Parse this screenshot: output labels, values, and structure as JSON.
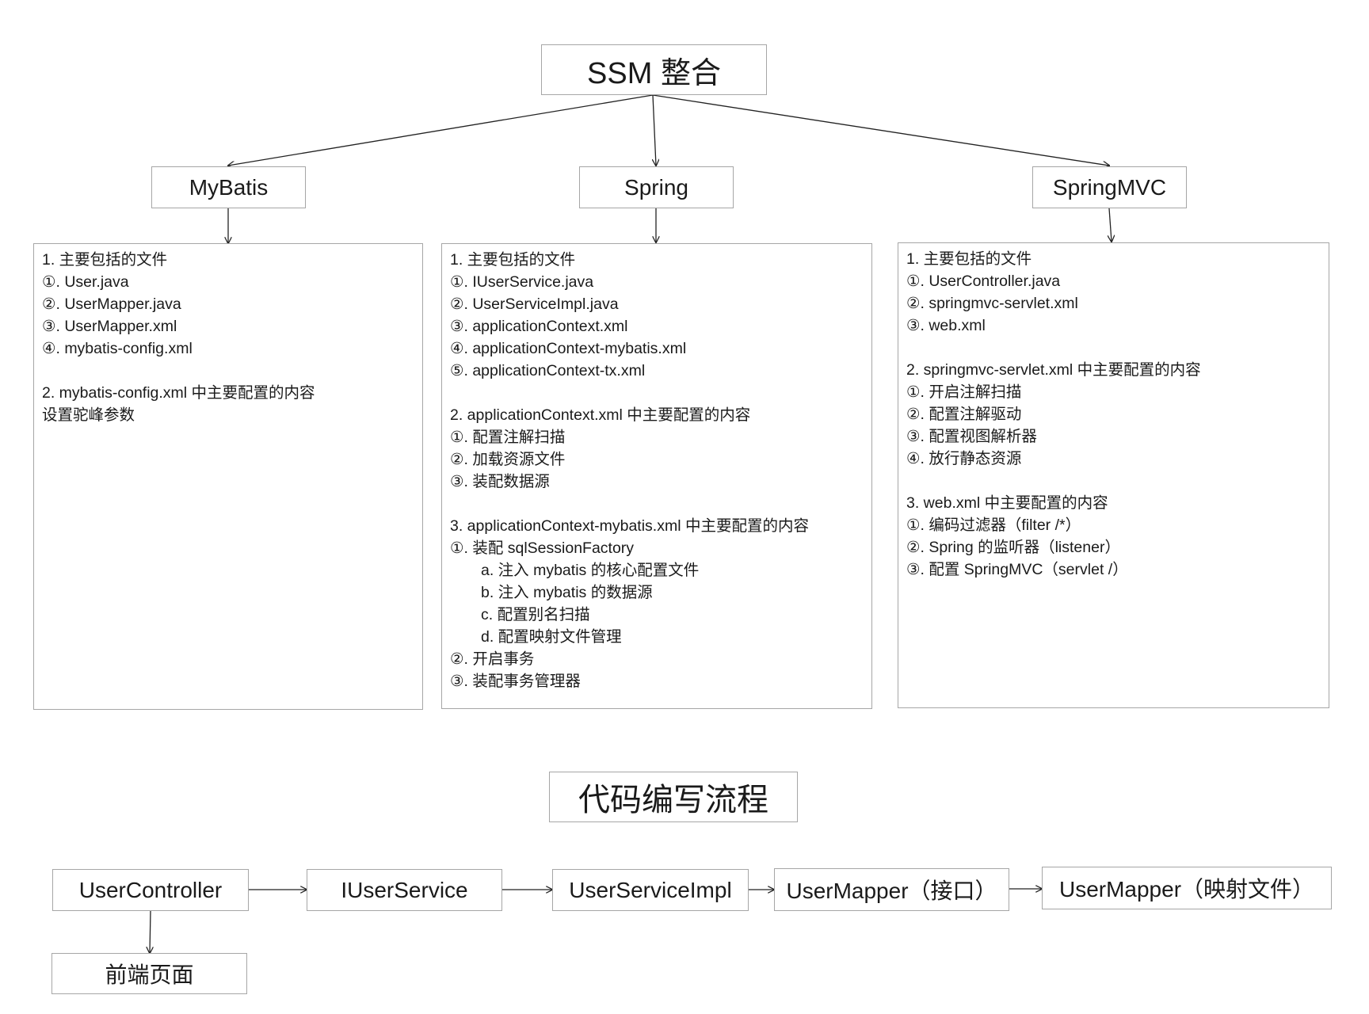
{
  "title": "SSM 整合",
  "categories": {
    "mybatis": "MyBatis",
    "spring": "Spring",
    "springmvc": "SpringMVC"
  },
  "panels": {
    "mybatis": [
      {
        "text": "1. 主要包括的文件"
      },
      {
        "text": "①. User.java"
      },
      {
        "text": "②. UserMapper.java"
      },
      {
        "text": "③. UserMapper.xml"
      },
      {
        "text": "④. mybatis-config.xml"
      },
      {
        "text": ""
      },
      {
        "text": "2. mybatis-config.xml 中主要配置的内容"
      },
      {
        "text": "设置驼峰参数"
      }
    ],
    "spring": [
      {
        "text": "1. 主要包括的文件"
      },
      {
        "text": "①. IUserService.java"
      },
      {
        "text": "②. UserServiceImpl.java"
      },
      {
        "text": "③. applicationContext.xml"
      },
      {
        "text": "④. applicationContext-mybatis.xml"
      },
      {
        "text": "⑤. applicationContext-tx.xml"
      },
      {
        "text": ""
      },
      {
        "text": "2. applicationContext.xml 中主要配置的内容"
      },
      {
        "text": "①. 配置注解扫描"
      },
      {
        "text": "②. 加载资源文件"
      },
      {
        "text": "③. 装配数据源"
      },
      {
        "text": ""
      },
      {
        "text": "3. applicationContext-mybatis.xml 中主要配置的内容"
      },
      {
        "text": "①. 装配 sqlSessionFactory"
      },
      {
        "text": "a. 注入 mybatis 的核心配置文件",
        "indent": true
      },
      {
        "text": "b. 注入 mybatis 的数据源",
        "indent": true
      },
      {
        "text": "c. 配置别名扫描",
        "indent": true
      },
      {
        "text": "d. 配置映射文件管理",
        "indent": true
      },
      {
        "text": "②. 开启事务"
      },
      {
        "text": "③. 装配事务管理器"
      }
    ],
    "springmvc": [
      {
        "text": "1. 主要包括的文件"
      },
      {
        "text": "①. UserController.java"
      },
      {
        "text": "②. springmvc-servlet.xml"
      },
      {
        "text": "③. web.xml"
      },
      {
        "text": ""
      },
      {
        "text": "2. springmvc-servlet.xml 中主要配置的内容"
      },
      {
        "text": "①. 开启注解扫描"
      },
      {
        "text": "②. 配置注解驱动"
      },
      {
        "text": "③. 配置视图解析器"
      },
      {
        "text": "④. 放行静态资源"
      },
      {
        "text": ""
      },
      {
        "text": "3. web.xml 中主要配置的内容"
      },
      {
        "text": "①. 编码过滤器（filter /*）"
      },
      {
        "text": "②. Spring 的监听器（listener）"
      },
      {
        "text": "③. 配置 SpringMVC（servlet /）"
      }
    ]
  },
  "flow": {
    "title": "代码编写流程",
    "nodes": [
      "UserController",
      "IUserService",
      "UserServiceImpl",
      "UserMapper（接口）",
      "UserMapper（映射文件）"
    ],
    "frontend": "前端页面"
  }
}
